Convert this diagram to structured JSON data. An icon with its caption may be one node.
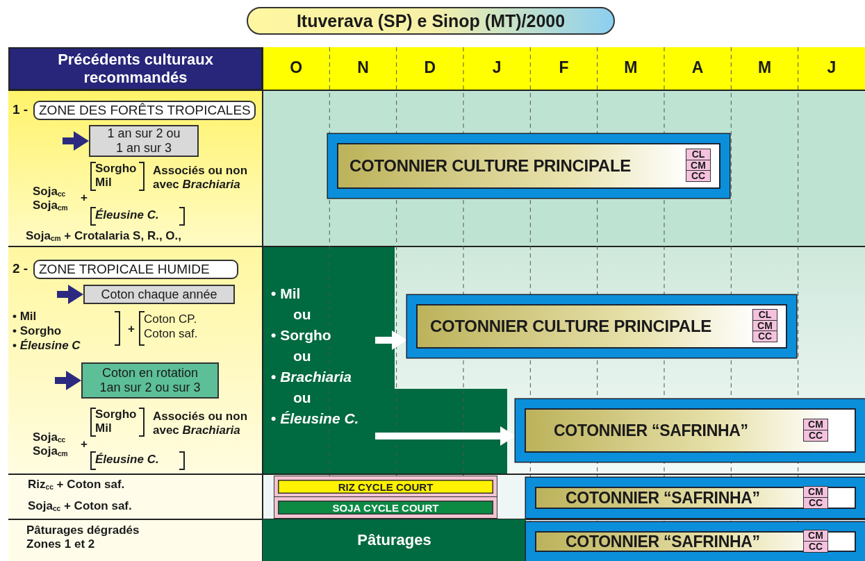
{
  "diagram": {
    "title": "Ituverava (SP) e Sinop (MT)/2000",
    "nodes": [
      {
        "text": [
          "Précédents culturaux recommandés"
        ]
      },
      {
        "text": [
          "ZONE DES FORÊTS TROPICALES"
        ],
        "beside": [
          "1 -"
        ]
      },
      {
        "text": [
          "1 an sur 2 ou 1 an sur 3"
        ]
      },
      {
        "text": [
          "COTONNIER CULTURE PRINCIPALE"
        ]
      },
      {
        "text": [
          "CL"
        ],
        "in": 3
      },
      {
        "text": [
          "CM"
        ],
        "in": 3
      },
      {
        "text": [
          "CC"
        ],
        "in": 3
      },
      {
        "text": [
          "ZONE TROPICALE HUMIDE"
        ],
        "beside": [
          "2 -"
        ]
      },
      {
        "text": [
          "Coton chaque année"
        ]
      },
      {
        "text": [
          "Coton en rotation 1an sur 2 ou sur 3"
        ]
      },
      {
        "text": [
          "• Mil",
          "ou",
          "• Sorgho",
          "ou",
          "• *Brachiaria*",
          "ou",
          "• *Éleusine C.*"
        ]
      },
      {
        "text": [
          "COTONNIER CULTURE PRINCIPALE"
        ]
      },
      {
        "text": [
          "CL"
        ],
        "in": 11
      },
      {
        "text": [
          "CM"
        ],
        "in": 11
      },
      {
        "text": [
          "CC"
        ],
        "in": 11
      },
      {
        "text": [
          "COTONNIER “SAFRINHA”"
        ]
      },
      {
        "text": [
          "CM"
        ],
        "in": 15
      },
      {
        "text": [
          "CC"
        ],
        "in": 15
      },
      {
        "text": [
          "RIZ CYCLE COURT"
        ]
      },
      {
        "text": [
          "SOJA CYCLE COURT"
        ]
      },
      {
        "text": [
          "COTONNIER “SAFRINHA”"
        ]
      },
      {
        "text": [
          "CM"
        ],
        "in": 20
      },
      {
        "text": [
          "CC"
        ],
        "in": 20
      },
      {
        "text": [
          "Pâturages"
        ]
      },
      {
        "text": [
          "COTONNIER “SAFRINHA”"
        ]
      },
      {
        "text": [
          "CM"
        ],
        "in": 24
      },
      {
        "text": [
          "CC"
        ],
        "in": 24
      }
    ],
    "edges": [
      {
        "from": null,
        "to": 2,
        "arrow": "to"
      },
      {
        "from": null,
        "to": 8,
        "arrow": "to"
      },
      {
        "from": null,
        "to": 9,
        "arrow": "to"
      },
      {
        "from": 10,
        "to": 11,
        "arrow": "to",
        "color": "#ffffff"
      },
      {
        "from": 10,
        "to": 15,
        "arrow": "to",
        "color": "#ffffff"
      }
    ],
    "labels": [
      "O",
      "N",
      "D",
      "J",
      "F",
      "M",
      "A",
      "M",
      "J",
      "Sorgho",
      "Mil",
      "Associés ou non avec *Brachiaria*",
      "Soja$_{cc}$",
      "Soja$_{cm}$",
      "+",
      "Éleusine C.",
      "Soja$_{cm}$ + Crotalaria S, R., O.,",
      "• Mil",
      "• Sorgho",
      "• *Éleusine C*",
      "+",
      "Coton CP.",
      "Coton saf.",
      "Sorgho",
      "Mil",
      "Associés ou non avec *Brachiaria*",
      "Soja$_{cc}$",
      "Soja$_{cm}$",
      "+",
      "Éleusine C.",
      "Riz$_{cc}$ + Coton saf.",
      "Soja$_{cc}$ + Coton saf.",
      "Pâturages dégradés Zones 1 et 2"
    ]
  }
}
